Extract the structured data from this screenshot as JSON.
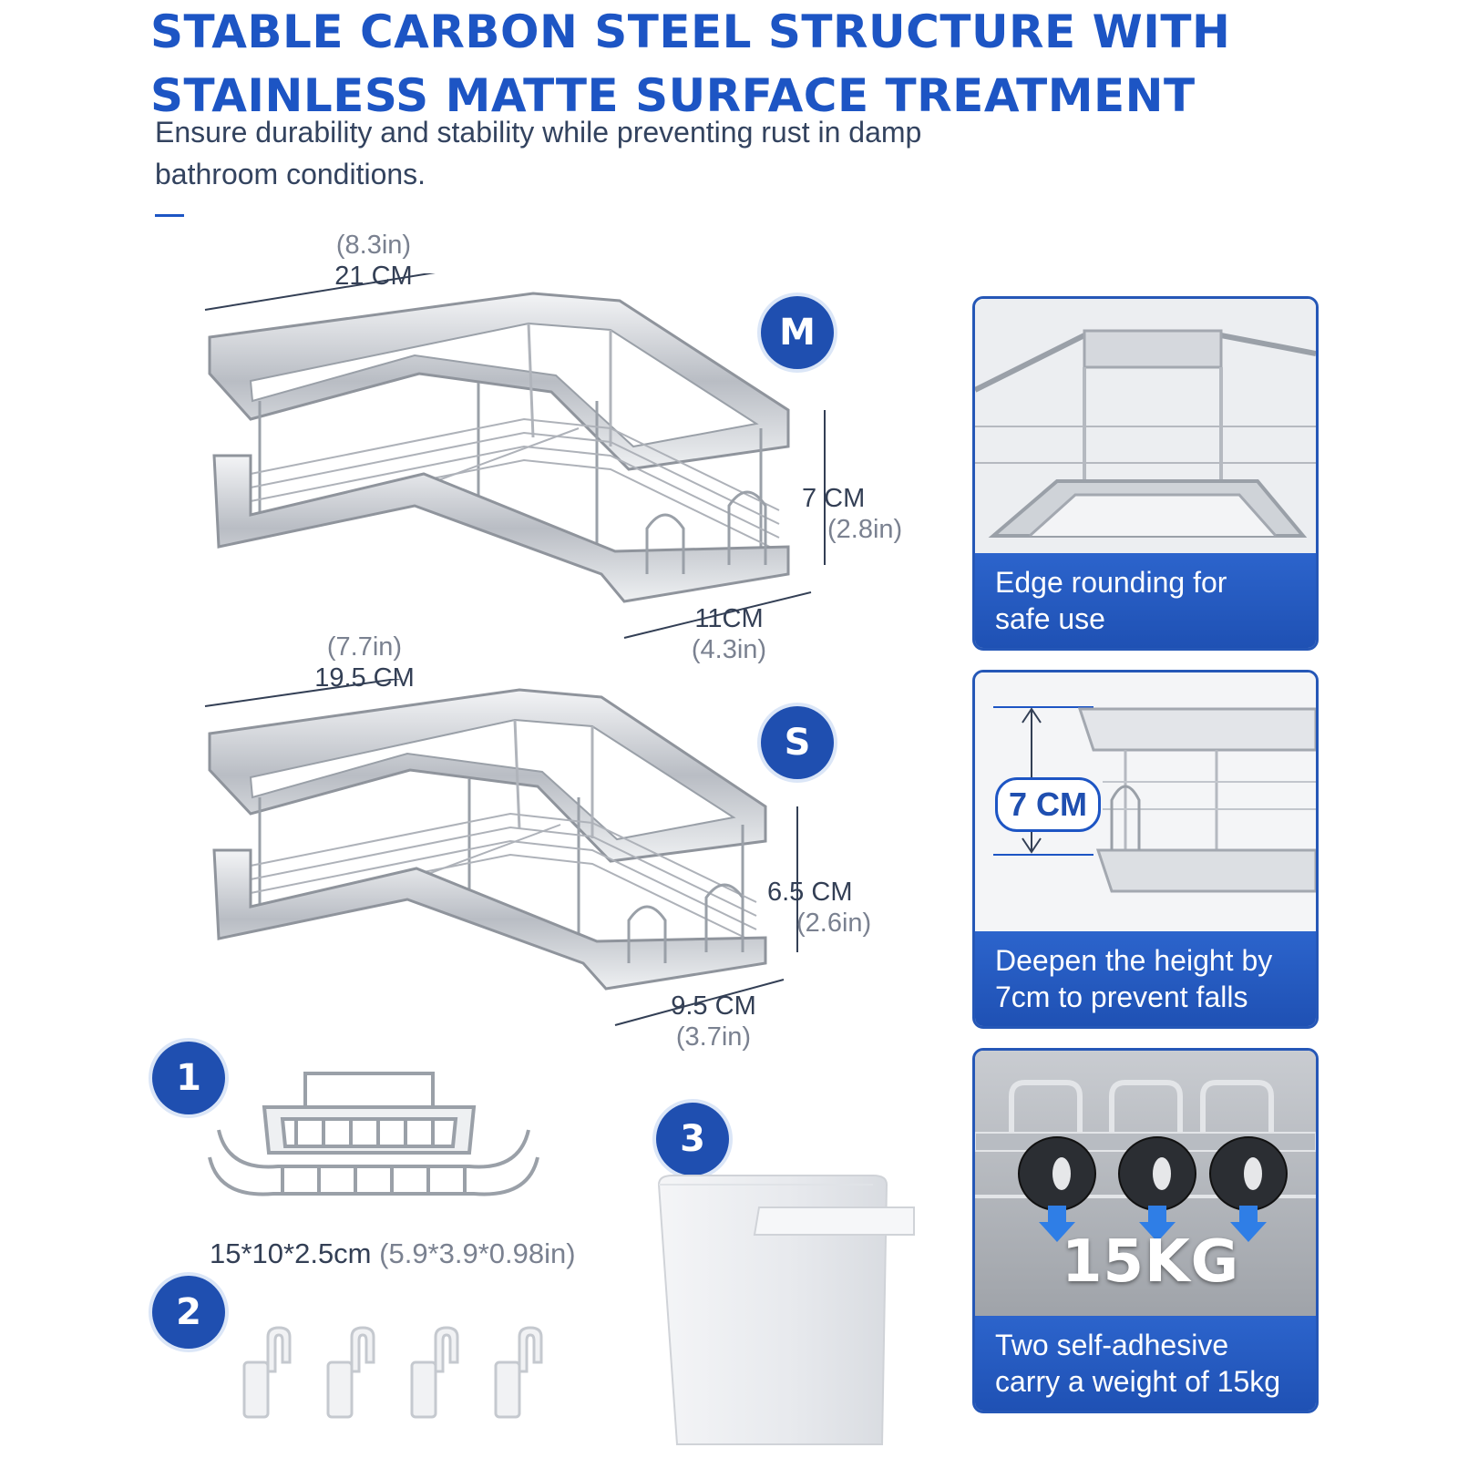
{
  "headline": {
    "line1": "STABLE CARBON STEEL STRUCTURE WITH",
    "line2": "STAINLESS MATTE SURFACE TREATMENT"
  },
  "subline": {
    "line1": "Ensure durability and stability while preventing rust in damp",
    "line2": "bathroom conditions."
  },
  "medium": {
    "badge": "M",
    "width_in": "(8.3in)",
    "width_cm": "21 CM",
    "height_cm": "7 CM",
    "height_in": "(2.8in)",
    "depth_cm": "11CM",
    "depth_in": "(4.3in)"
  },
  "small": {
    "badge": "S",
    "width_in": "(7.7in)",
    "width_cm": "19.5 CM",
    "height_cm": "6.5 CM",
    "height_in": "(2.6in)",
    "depth_cm": "9.5 CM",
    "depth_in": "(3.7in)"
  },
  "accessories": {
    "badge1": "1",
    "soap_dim_cm": "15*10*2.5cm",
    "soap_dim_in": "(5.9*3.9*0.98in)",
    "badge2": "2",
    "badge3": "3"
  },
  "panels": {
    "edge": {
      "caption_line1": "Edge rounding for",
      "caption_line2": "safe use"
    },
    "height": {
      "tag": "7 CM",
      "caption_line1": "Deepen the height by",
      "caption_line2": "7cm to prevent falls"
    },
    "weight": {
      "big": "15KG",
      "caption_line1": "Two self-adhesive",
      "caption_line2": "carry a weight of 15kg"
    }
  },
  "colors": {
    "accent": "#1d55c4",
    "badge": "#1f4fb0",
    "steel": "#a8acb3"
  }
}
